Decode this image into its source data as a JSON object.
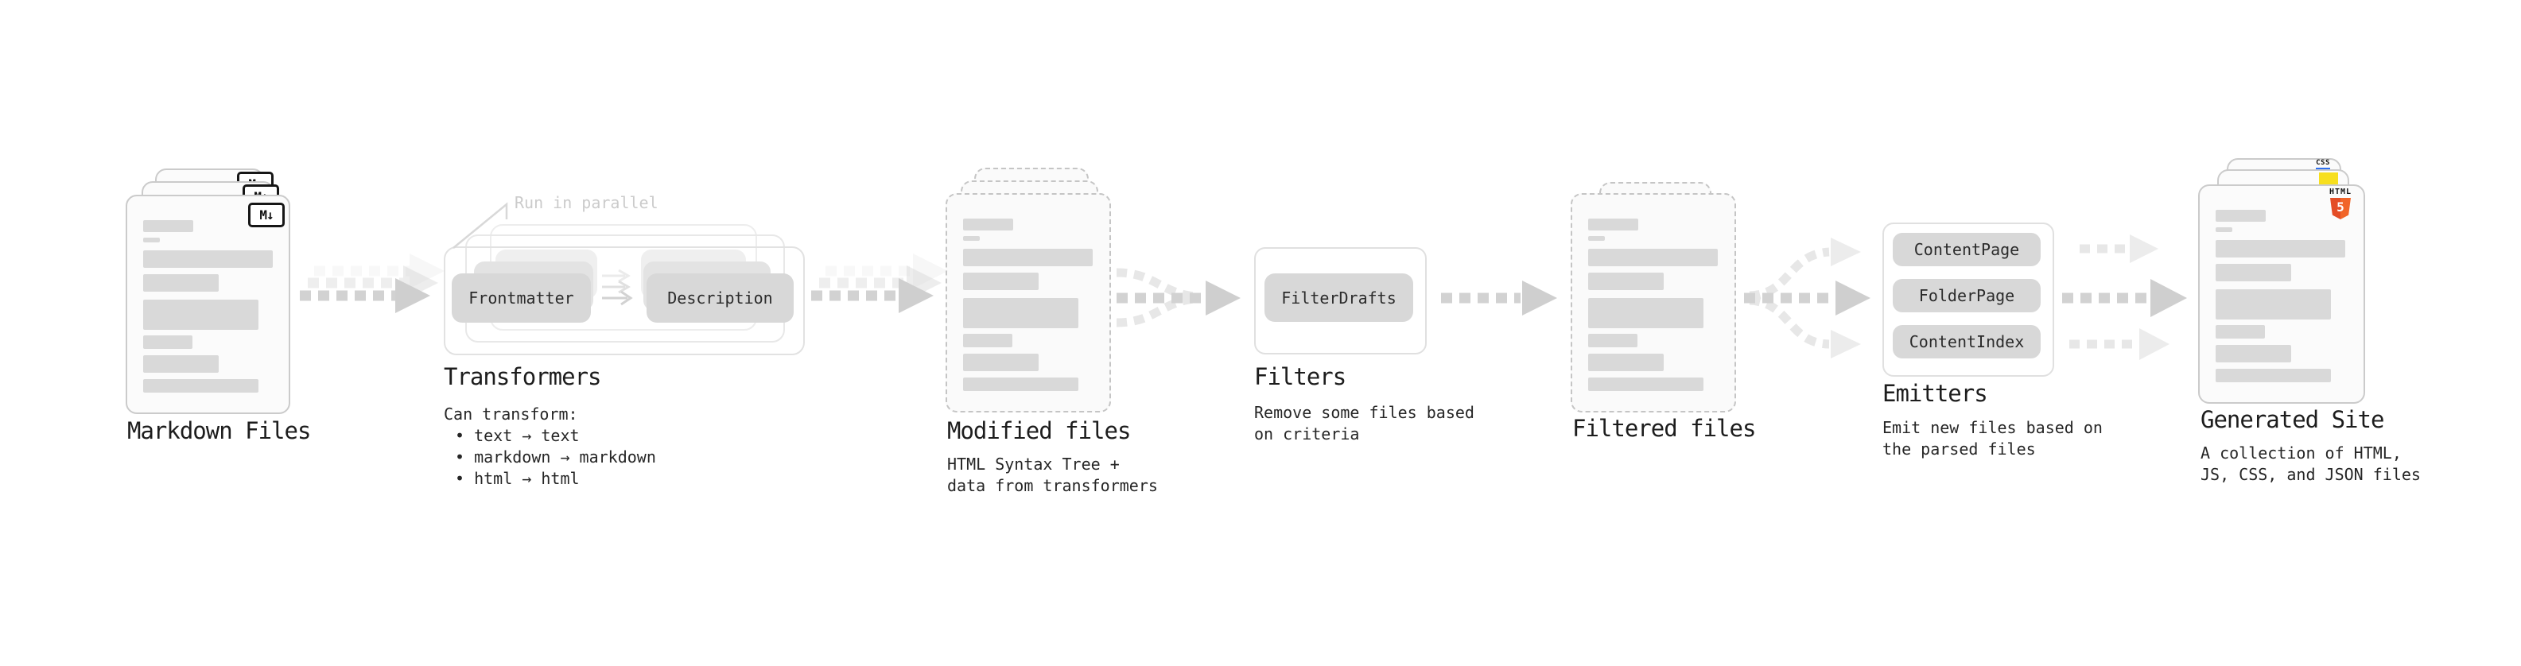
{
  "palette": {
    "text": "#1d1d1d",
    "note_gray": "#cbcbcb",
    "arrow_gray": "#d2d2d2",
    "pill_gray": "#d8d8d8",
    "placeholder_bar_gray": "#d9d9d9",
    "html5_orange": "#e44d26",
    "html5_orange_light": "#f16529",
    "js_yellow": "#f7df1e",
    "css_blue": "#2d6ff0"
  },
  "stages": {
    "markdown": {
      "label": "Markdown Files",
      "badge": "M↓"
    },
    "transformers": {
      "label": "Transformers",
      "note": "Run in parallel",
      "pill_left": "Frontmatter",
      "pill_right": "Description",
      "desc_title": "Can transform:",
      "bullets": [
        "• text → text",
        "• markdown → markdown",
        "• html → html"
      ]
    },
    "modified": {
      "label": "Modified files",
      "desc": [
        "HTML Syntax Tree +",
        "data from transformers"
      ]
    },
    "filters": {
      "label": "Filters",
      "pill": "FilterDrafts",
      "desc": [
        "Remove some files based",
        "on criteria"
      ]
    },
    "filtered": {
      "label": "Filtered files"
    },
    "emitters": {
      "label": "Emitters",
      "pills": [
        "ContentPage",
        "FolderPage",
        "ContentIndex"
      ],
      "desc": [
        "Emit new files based on",
        "the parsed files"
      ]
    },
    "site": {
      "label": "Generated Site",
      "desc": [
        "A collection of HTML,",
        "JS, CSS, and JSON files"
      ],
      "css_badge": "CSS",
      "html_word": "HTML",
      "html_number": "5"
    }
  }
}
